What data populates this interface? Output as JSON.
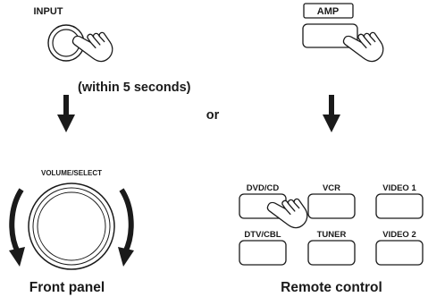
{
  "front": {
    "input_label": "INPUT",
    "knob_label": "VOLUME/SELECT",
    "caption": "Front panel"
  },
  "remote": {
    "amp_label": "AMP",
    "caption": "Remote control",
    "buttons": [
      "DVD/CD",
      "VCR",
      "VIDEO 1",
      "DTV/CBL",
      "TUNER",
      "VIDEO 2"
    ]
  },
  "instructions": {
    "timing": "(within 5 seconds)",
    "or": "or"
  },
  "icons": {
    "press": "pointing-hand-icon",
    "flow": "down-arrow-icon",
    "rotate": "rotate-arrow-icon"
  }
}
